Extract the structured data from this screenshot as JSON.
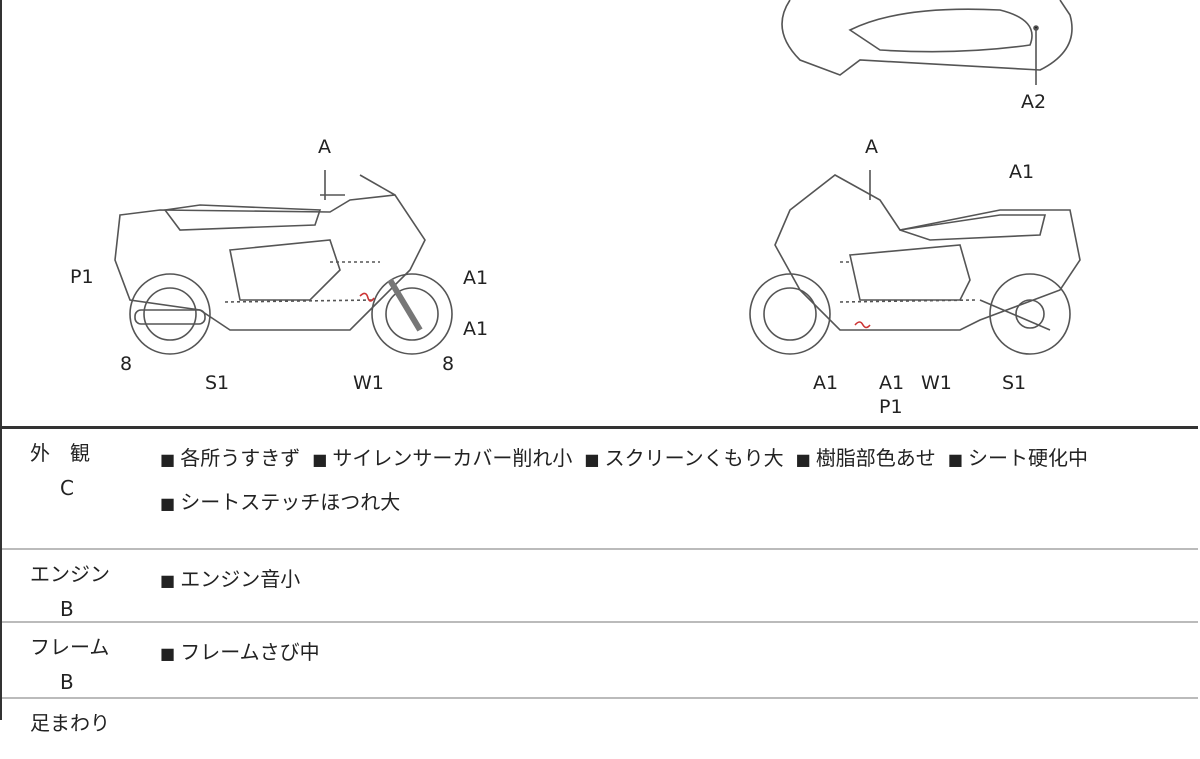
{
  "diagram": {
    "left_labels": [
      "A",
      "P1",
      "A1",
      "A1",
      "8",
      "S1",
      "W1",
      "8"
    ],
    "right_labels": [
      "A2",
      "A",
      "A1",
      "A1",
      "A1",
      "P1",
      "W1",
      "S1"
    ]
  },
  "rows": [
    {
      "category": "外　観",
      "grade": "C",
      "items": [
        "各所うすきず",
        "サイレンサーカバー削れ小",
        "スクリーンくもり大",
        "樹脂部色あせ",
        "シート硬化中",
        "シートステッチほつれ大"
      ]
    },
    {
      "category": "エンジン",
      "grade": "B",
      "items": [
        "エンジン音小"
      ]
    },
    {
      "category": "フレーム",
      "grade": "B",
      "items": [
        "フレームさび中"
      ]
    },
    {
      "category": "足まわり",
      "grade": "",
      "items": []
    }
  ]
}
